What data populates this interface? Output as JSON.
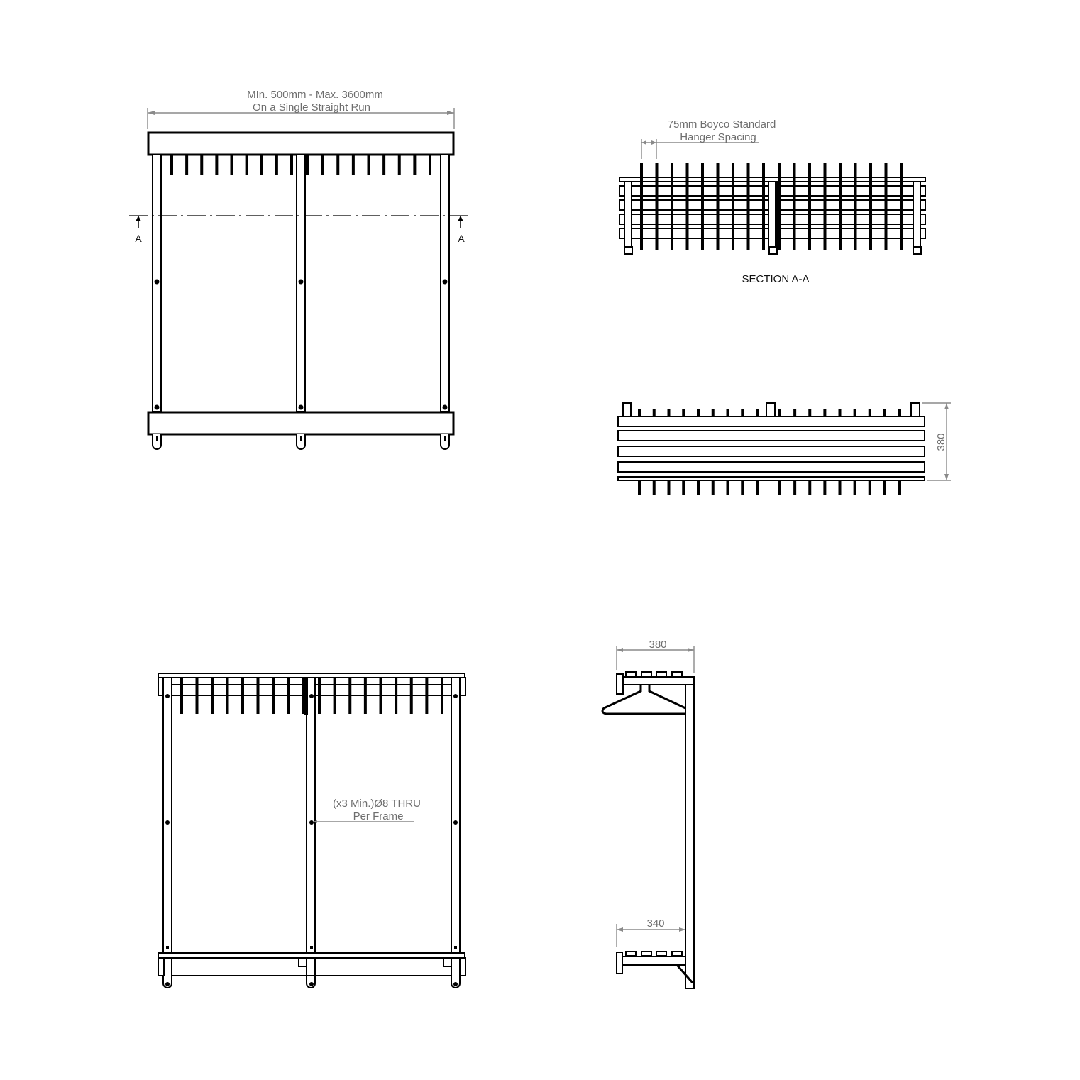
{
  "drawing": {
    "colors": {
      "ink": "#000000",
      "dimension": "#8a8a8a",
      "label": "#6e6e6e",
      "background": "#ffffff"
    },
    "front_view": {
      "width_label_line1": "MIn. 500mm - Max. 3600mm",
      "width_label_line2": "On a Single Straight Run",
      "section_marker_left": "A",
      "section_marker_right": "A",
      "hanger_count": 18
    },
    "section_view": {
      "spacing_label_line1": "75mm Boyco Standard",
      "spacing_label_line2": "Hanger Spacing",
      "title": "SECTION A-A",
      "hanger_count": 18
    },
    "plan_view": {
      "depth_dimension": "380",
      "rail_count": 4
    },
    "rear_view": {
      "fixing_note_line1": "(x3 Min.)Ø8 THRU",
      "fixing_note_line2": "Per Frame",
      "hanger_count": 18
    },
    "side_view": {
      "top_depth_dimension": "380",
      "bottom_depth_dimension": "340"
    }
  }
}
